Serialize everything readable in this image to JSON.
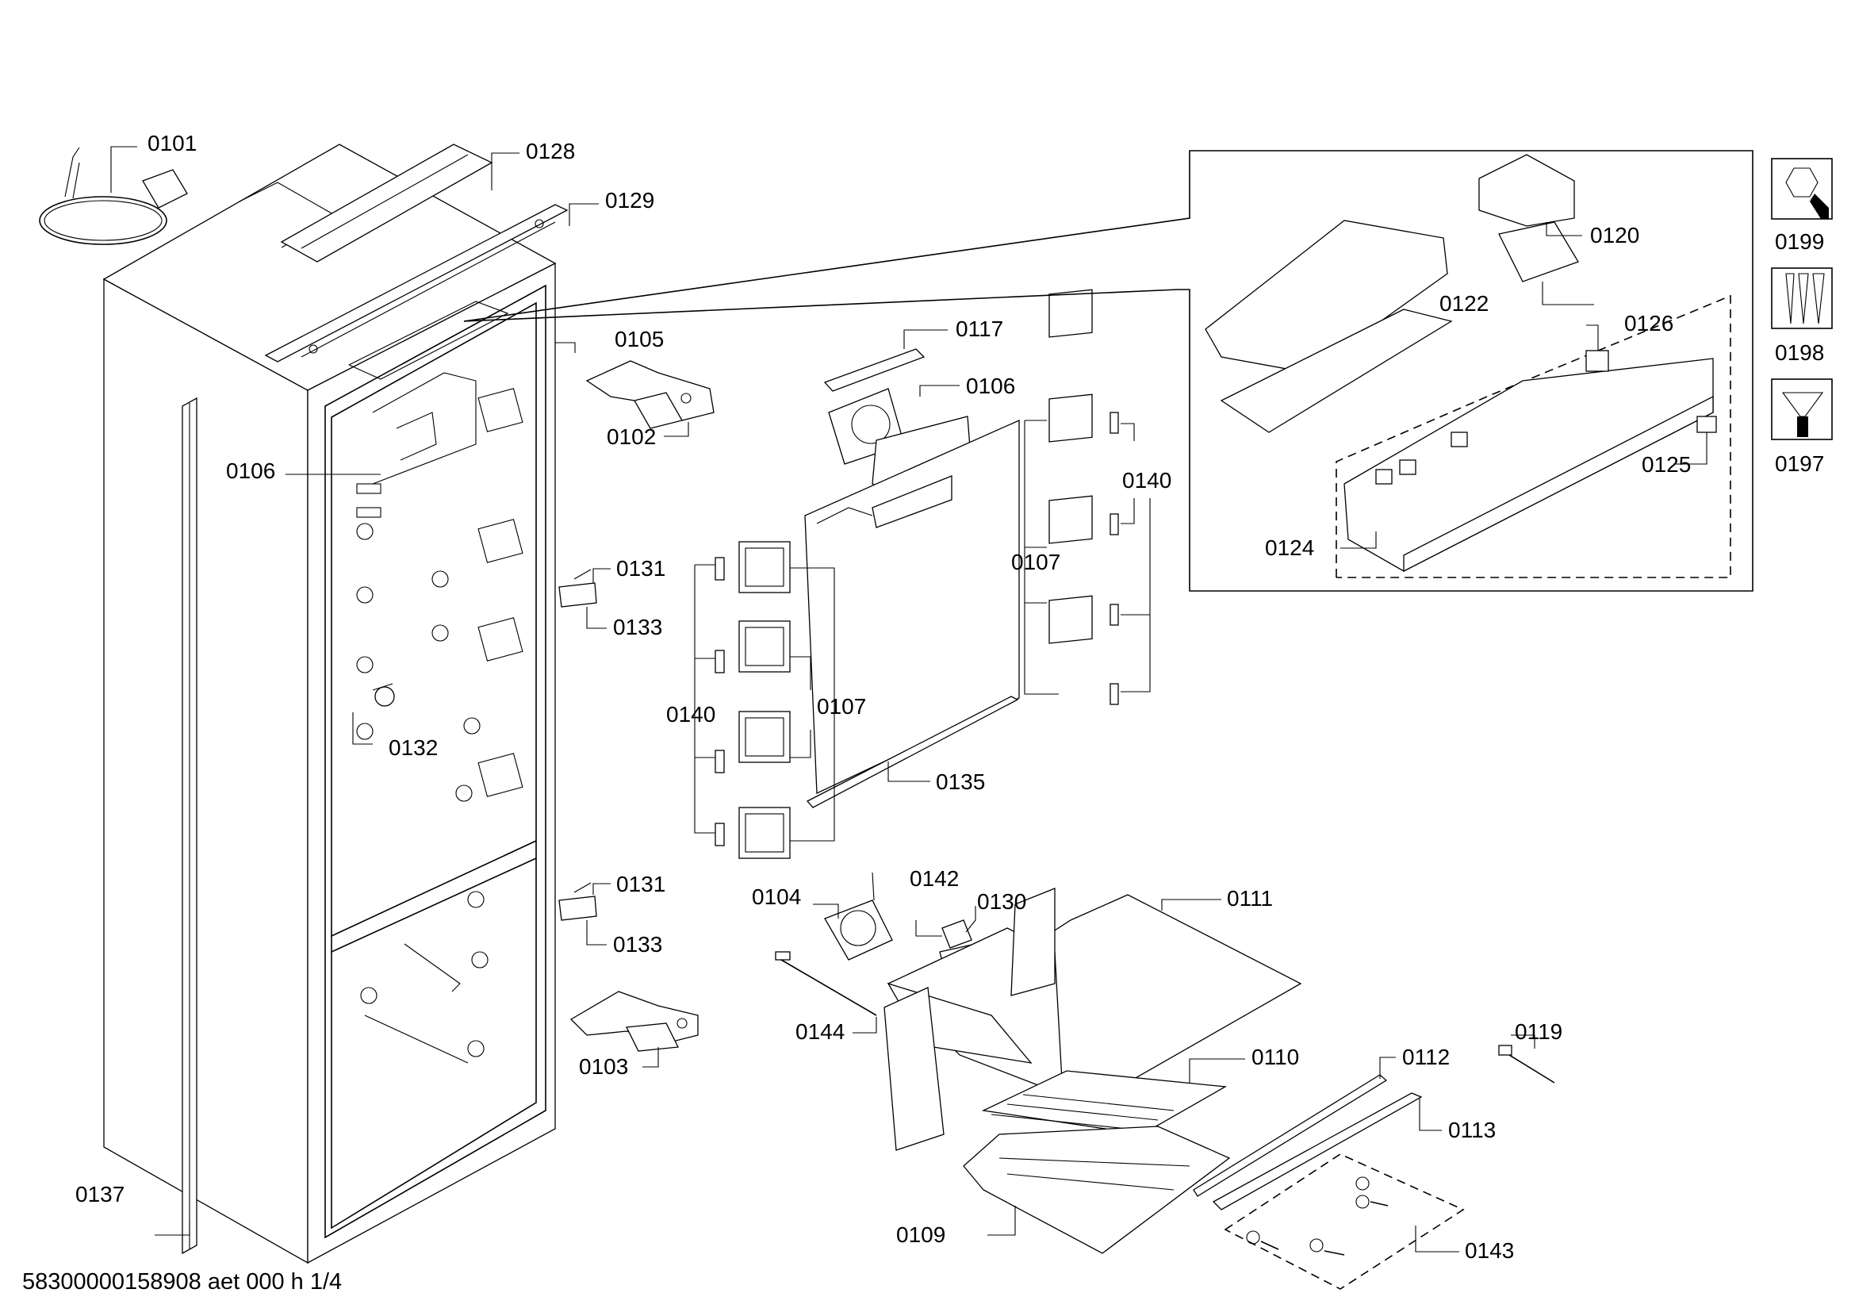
{
  "footer_code": "58300000158908 aet 000 h 1/4",
  "callouts": {
    "p0101": "0101",
    "p0128": "0128",
    "p0129": "0129",
    "p0105": "0105",
    "p0102": "0102",
    "p0106a": "0106",
    "p0117": "0117",
    "p0106b": "0106",
    "p0120": "0120",
    "p0122": "0122",
    "p0126": "0126",
    "p0125": "0125",
    "p0124": "0124",
    "p0140a": "0140",
    "p0107a": "0107",
    "p0131a": "0131",
    "p0133a": "0133",
    "p0140b": "0140",
    "p0107b": "0107",
    "p0132": "0132",
    "p0135": "0135",
    "p0104": "0104",
    "p0142": "0142",
    "p0130": "0130",
    "p0111": "0111",
    "p0131b": "0131",
    "p0133b": "0133",
    "p0144": "0144",
    "p0103": "0103",
    "p0110": "0110",
    "p0112": "0112",
    "p0119": "0119",
    "p0113": "0113",
    "p0137": "0137",
    "p0109": "0109",
    "p0143": "0143"
  },
  "service_icons": [
    {
      "icon": "nut-and-wrench-icon",
      "label": "0199"
    },
    {
      "icon": "screws-icon",
      "label": "0198"
    },
    {
      "icon": "screwdriver-icon",
      "label": "0197"
    }
  ]
}
